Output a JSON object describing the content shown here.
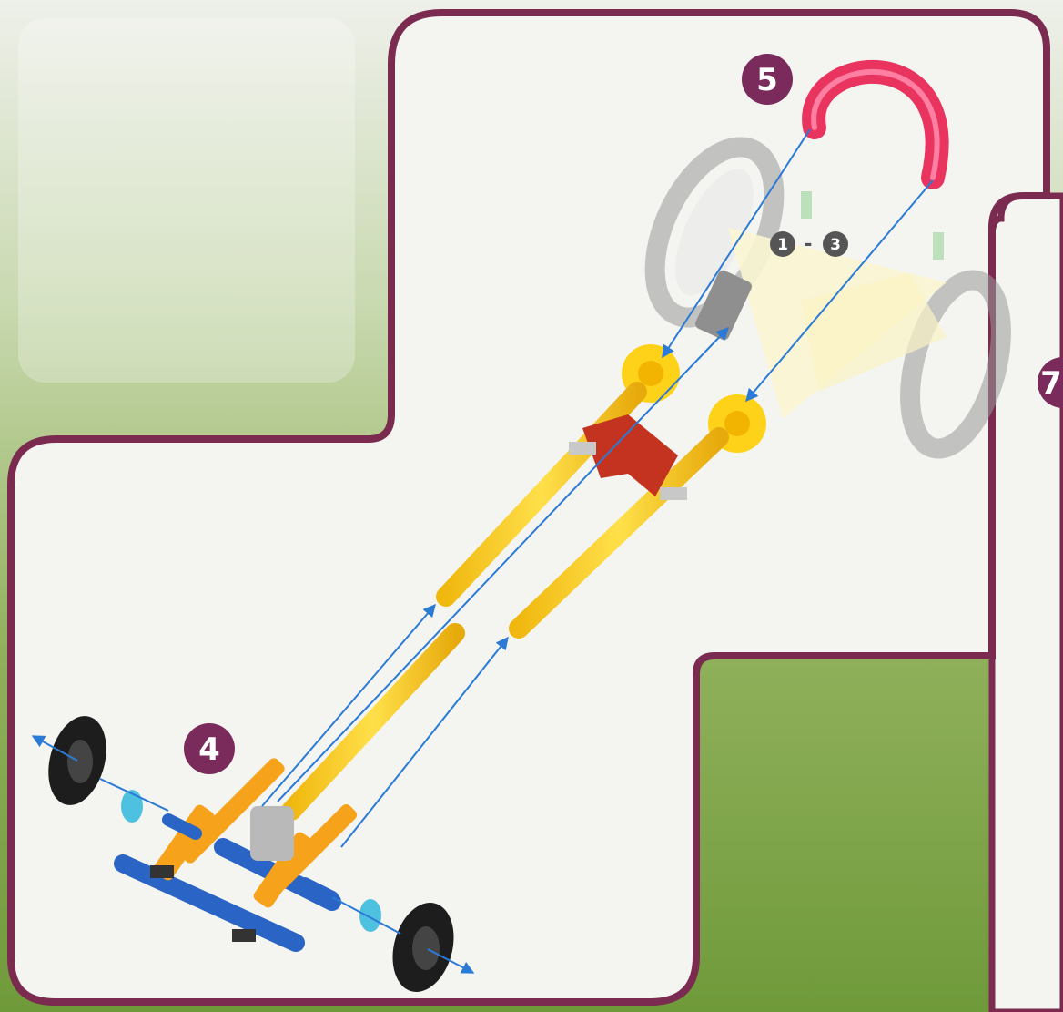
{
  "steps": {
    "step4": "4",
    "step5": "5",
    "step7": "7",
    "ref_start": "1",
    "ref_dash": "-",
    "ref_end": "3"
  },
  "colors": {
    "panel_border": "#7a2b4f",
    "badge": "#7b2a5c",
    "arrow": "#2a7ad6",
    "rod_yellow": "#f6c91c",
    "connector_orange": "#f7a21b",
    "rod_blue": "#2a64c4",
    "arch_red": "#e8345f",
    "clip_red": "#c4331f",
    "tire": "#1d1d1d"
  },
  "icons": [
    "wheel-icon",
    "spacer-icon",
    "rod-icon",
    "connector-icon",
    "arch-icon",
    "arrow-icon"
  ]
}
